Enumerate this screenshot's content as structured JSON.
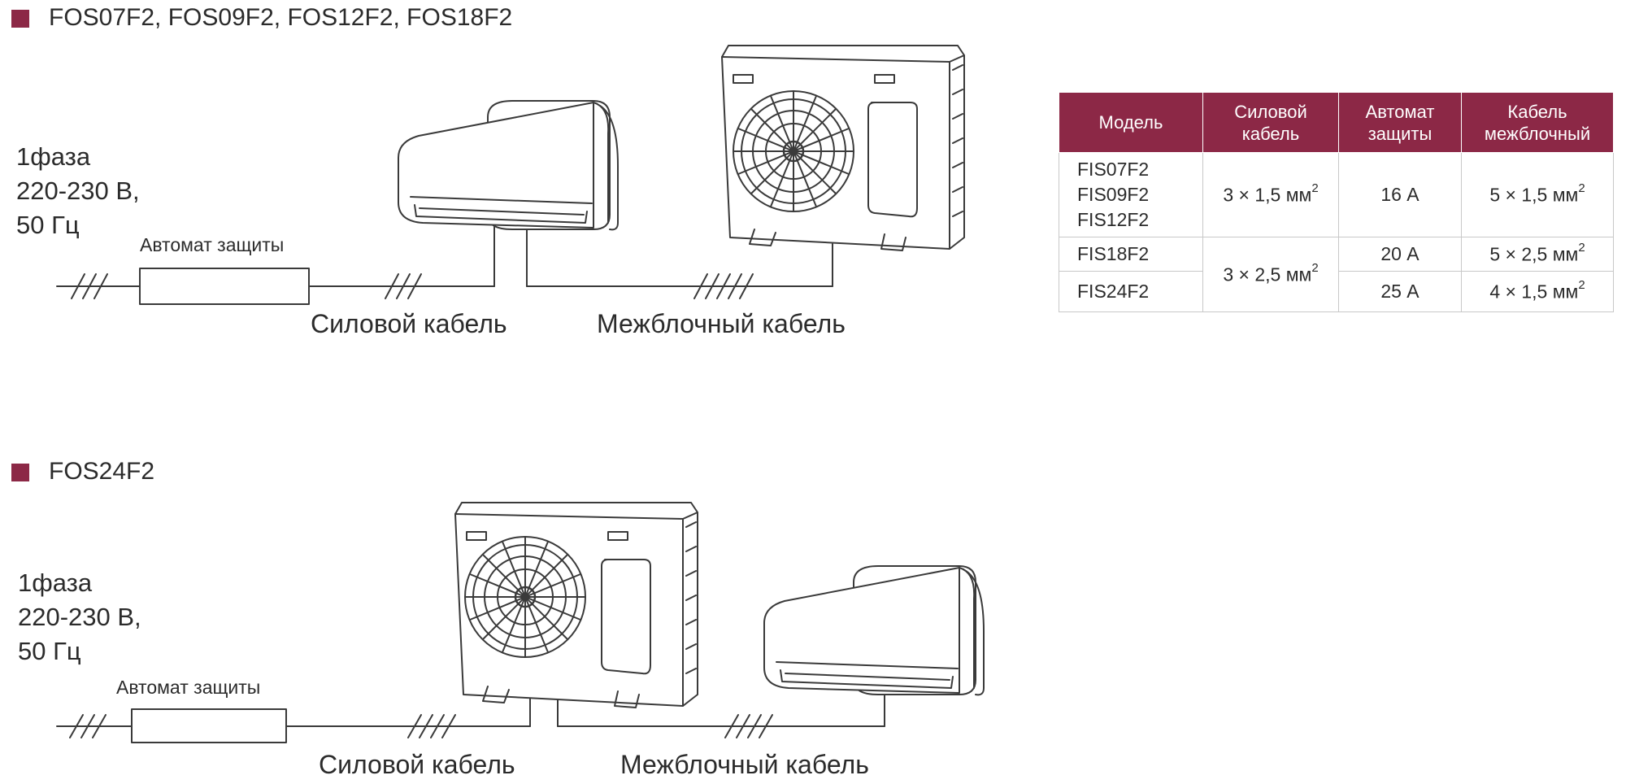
{
  "section1": {
    "title": "FOS07F2, FOS09F2, FOS12F2, FOS18F2",
    "phase_lines": [
      "1фаза",
      "220-230 В,",
      "50 Гц"
    ],
    "breaker_label": "Автомат защиты",
    "power_cable_label": "Силовой кабель",
    "interunit_cable_label": "Межблочный кабель"
  },
  "section2": {
    "title": "FOS24F2",
    "phase_lines": [
      "1фаза",
      "220-230 В,",
      "50 Гц"
    ],
    "breaker_label": "Автомат защиты",
    "power_cable_label": "Силовой кабель",
    "interunit_cable_label": "Межблочный кабель"
  },
  "table": {
    "headers": [
      [
        "Модель"
      ],
      [
        "Силовой",
        "кабель"
      ],
      [
        "Автомат",
        "защиты"
      ],
      [
        "Кабель",
        "межблочный"
      ]
    ],
    "rows": {
      "r1_models": [
        "FIS07F2",
        "FIS09F2",
        "FIS12F2"
      ],
      "r1_power": "3 × 1,5 мм",
      "r1_breaker": "16 А",
      "r1_interunit": "5 × 1,5 мм",
      "r2_model": "FIS18F2",
      "r2_breaker": "20 А",
      "r2_interunit": "5 × 2,5 мм",
      "r23_power": "3 × 2,5 мм",
      "r3_model": "FIS24F2",
      "r3_breaker": "25 А",
      "r3_interunit": "4 × 1,5 мм",
      "sup": "2"
    }
  },
  "colors": {
    "accent": "#8c2846",
    "line": "#3a3a3a",
    "grid": "#c8c8c8"
  }
}
